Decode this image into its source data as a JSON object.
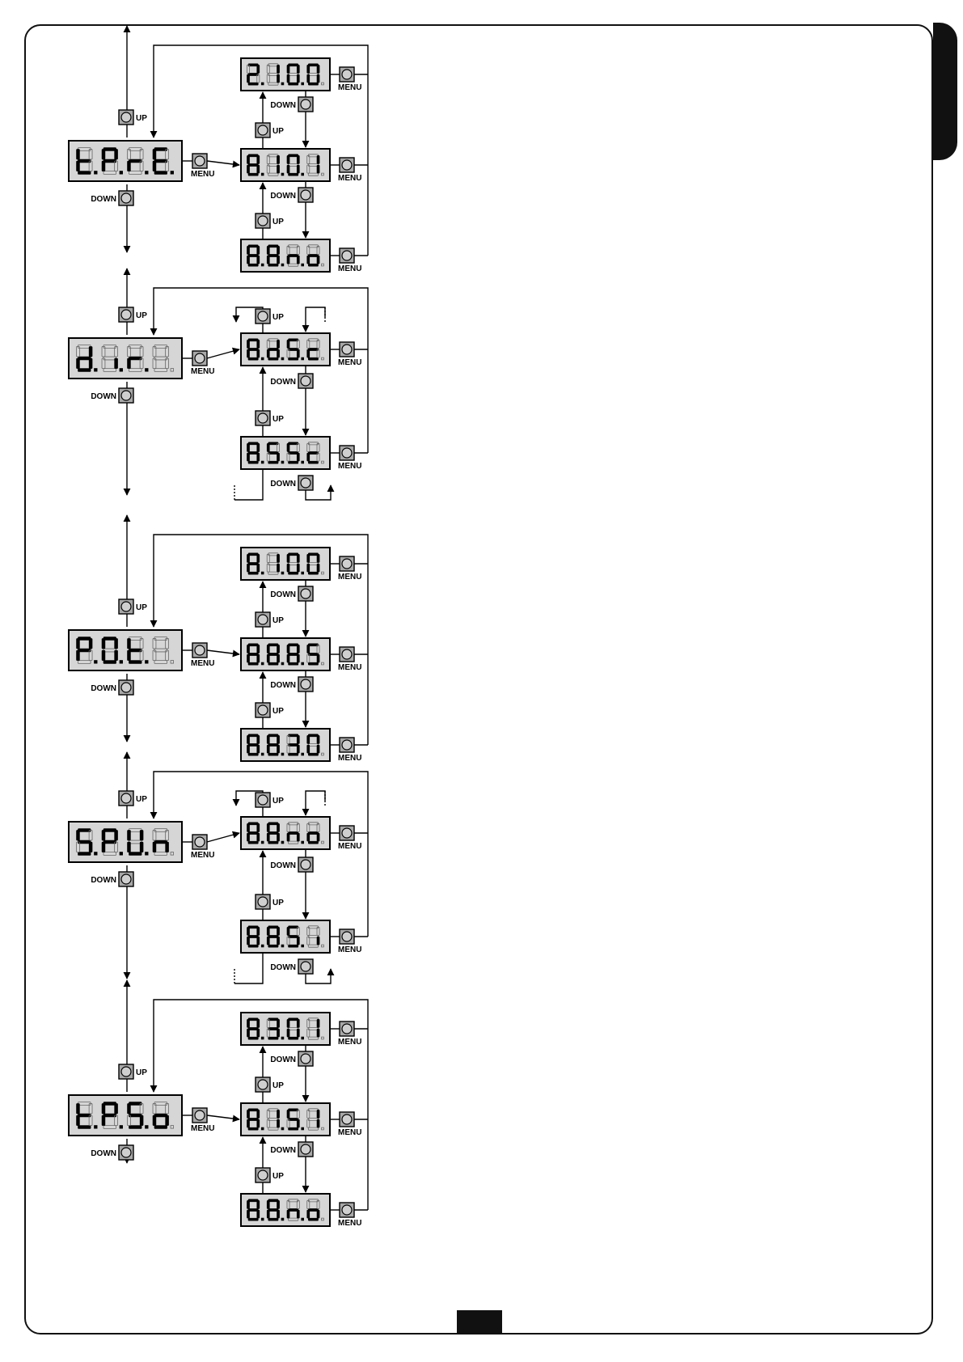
{
  "button_labels": {
    "up": "UP",
    "down": "DOWN",
    "menu": "MENU"
  },
  "colors": {
    "display_bg": "#d6d6d6",
    "button_bg": "#a8a8a8",
    "segment_on": "#000000"
  },
  "sections": [
    {
      "id": "tpre",
      "main_display": "t.P.r.E.",
      "loop_type": "scale",
      "options": [
        {
          "display": "2.1.0.0"
        },
        {
          "display": "8.1.0.1"
        },
        {
          "display": "8.8.n.o"
        }
      ]
    },
    {
      "id": "dir",
      "main_display": "d.i.r.",
      "loop_type": "toggle",
      "options": [
        {
          "display": "8.d.S.c"
        },
        {
          "display": "8.S.S.c"
        }
      ]
    },
    {
      "id": "pot",
      "main_display": "P.0.t.",
      "loop_type": "scale",
      "options": [
        {
          "display": "8.1.0.0"
        },
        {
          "display": "8.8.8.5"
        },
        {
          "display": "8.8.3.0"
        }
      ]
    },
    {
      "id": "spun",
      "main_display": "S.P.U.n",
      "loop_type": "toggle",
      "options": [
        {
          "display": "8.8.n.o"
        },
        {
          "display": "8.8.S.i"
        }
      ]
    },
    {
      "id": "tpso",
      "main_display": "t.P.S.o",
      "loop_type": "scale",
      "options": [
        {
          "display": "8.3.0.1"
        },
        {
          "display": "8.1.5.1"
        },
        {
          "display": "8.8.n.o"
        }
      ]
    }
  ]
}
